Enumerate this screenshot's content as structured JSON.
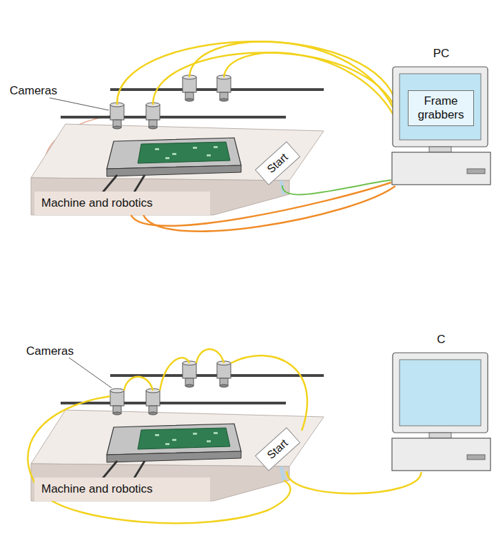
{
  "diagram": {
    "nodes": [
      {
        "text": [
          "PC"
        ]
      },
      {
        "text": [
          "Frame grabbers"
        ],
        "in": 0
      },
      {
        "text": [
          "Start"
        ]
      },
      {
        "text": [
          "Machine and robotics"
        ]
      },
      {
        "text": [
          "Start"
        ]
      },
      {
        "text": [
          "Machine and robotics"
        ]
      },
      {
        "text": [
          "C"
        ]
      }
    ],
    "edges": [
      {
        "from": 2,
        "to": 0,
        "arrow": "none"
      },
      {
        "from": 3,
        "to": 0,
        "arrow": "none"
      },
      {
        "from": 3,
        "to": 0,
        "arrow": "none"
      },
      {
        "from": 4,
        "to": 6,
        "arrow": "none"
      }
    ],
    "labels": [
      "Cameras",
      "Cameras"
    ]
  }
}
